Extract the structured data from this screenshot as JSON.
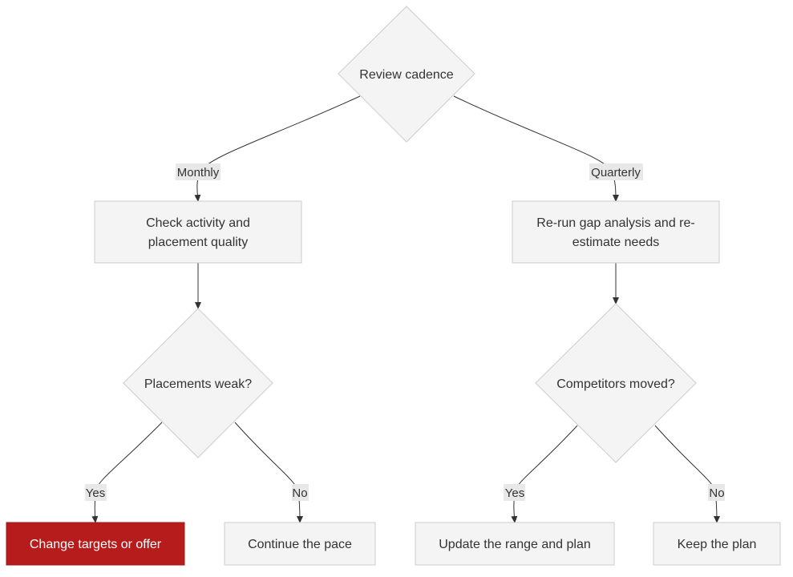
{
  "diagram": {
    "nodes": {
      "review_cadence": "Review cadence",
      "check_activity": [
        "Check activity and",
        "placement quality"
      ],
      "rerun_gap": [
        "Re-run gap analysis and re-",
        "estimate needs"
      ],
      "placements_weak": "Placements weak?",
      "competitors_moved": "Competitors moved?",
      "change_targets": "Change targets or offer",
      "continue_pace": "Continue the pace",
      "update_range": "Update the range and plan",
      "keep_plan": "Keep the plan"
    },
    "edge_labels": {
      "monthly": "Monthly",
      "quarterly": "Quarterly",
      "weak_yes": "Yes",
      "weak_no": "No",
      "comp_yes": "Yes",
      "comp_no": "No"
    },
    "colors": {
      "node_fill": "#f4f4f4",
      "node_stroke": "#cccccc",
      "highlight_fill": "#b71c1c",
      "highlight_text": "#ffffff",
      "edge": "#333333",
      "label_bg": "#e8e8e8",
      "text": "#333333"
    }
  }
}
